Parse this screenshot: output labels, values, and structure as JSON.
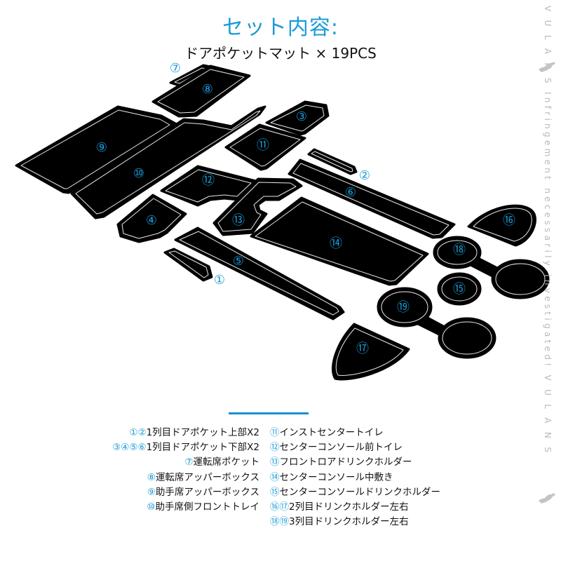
{
  "header": {
    "title": "セット内容:",
    "subtitle": "ドアポケットマット × 19PCS"
  },
  "colors": {
    "accent": "#1a9bd7",
    "mat_fill": "#000000",
    "mat_edge": "#e8e8e8",
    "text": "#111111",
    "watermark": "#b8b8b8"
  },
  "mat_labels": {
    "m1": "①",
    "m2": "②",
    "m3": "③",
    "m4": "④",
    "m5": "⑤",
    "m6": "⑥",
    "m7": "⑦",
    "m8": "⑧",
    "m9": "⑨",
    "m10": "⑩",
    "m11": "⑪",
    "m12": "⑫",
    "m13": "⑬",
    "m14": "⑭",
    "m15": "⑮",
    "m16": "⑯",
    "m17": "⑰",
    "m18": "⑱",
    "m19": "⑲"
  },
  "legend": {
    "left": [
      {
        "nums": "①②",
        "text": "1列目ドアポケット上部X2"
      },
      {
        "nums": "③④⑤⑥",
        "text": "1列目ドアポケット下部X2"
      },
      {
        "nums": "⑦",
        "text": "運転席ポケット"
      },
      {
        "nums": "⑧",
        "text": "運転席アッパーボックス"
      },
      {
        "nums": "⑨",
        "text": "助手席アッパーボックス"
      },
      {
        "nums": "⑩",
        "text": "助手席側フロントトレイ"
      }
    ],
    "right": [
      {
        "nums": "⑪",
        "text": "インストセンタートイレ"
      },
      {
        "nums": "⑫",
        "text": "センターコンソール前トイレ"
      },
      {
        "nums": "⑬",
        "text": "フロントロアドリンクホルダー"
      },
      {
        "nums": "⑭",
        "text": "センターコンソール中敷き"
      },
      {
        "nums": "⑮",
        "text": "センターコンソールドリンクホルダー"
      },
      {
        "nums": "⑯⑰",
        "text": "2列目ドリンクホルダー左右"
      },
      {
        "nums": "⑱⑲",
        "text": "3列目ドリンクホルダー左右"
      }
    ]
  },
  "watermark": {
    "text": "V U L A N S   Infringement necessarily investigated!   V U L A N S"
  }
}
